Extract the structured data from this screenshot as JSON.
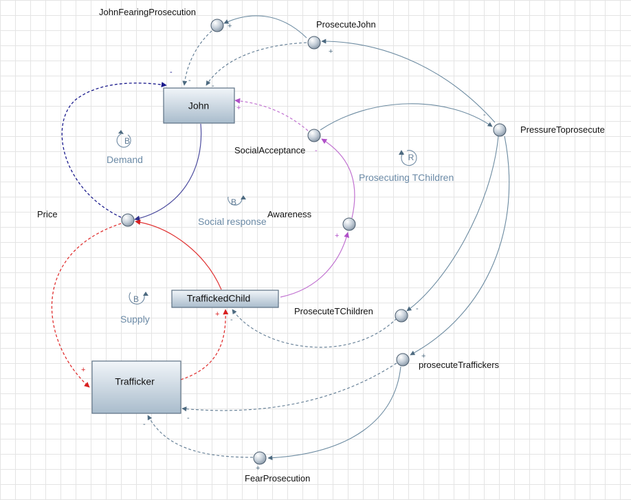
{
  "stocks": {
    "john": "John",
    "trafficked_child": "TraffickedChild",
    "trafficker": "Trafficker"
  },
  "variables": {
    "john_fearing_prosecution": "JohnFearingProsecution",
    "prosecute_john": "ProsecuteJohn",
    "pressure_to_prosecute": "PressureToprosecute",
    "social_acceptance": "SocialAcceptance",
    "awareness": "Awareness",
    "price": "Price",
    "prosecute_tchildren": "ProsecuteTChildren",
    "prosecute_traffickers": "prosecuteTraffickers",
    "fear_prosecution": "FearProsecution"
  },
  "loops": {
    "demand": {
      "letter": "B",
      "name": "Demand"
    },
    "social_response": {
      "letter": "B",
      "name": "Social response"
    },
    "prosecuting_tchildren": {
      "letter": "R",
      "name": "Prosecuting TChildren"
    },
    "supply": {
      "letter": "B",
      "name": "Supply"
    }
  },
  "colors": {
    "gray_link": "#6b8aa0",
    "navy_link": "#1a1a8c",
    "purple_link": "#4b4b9e",
    "red_link": "#e03030",
    "magenta_link": "#c070d0",
    "stock_fill_top": "#f1f5f9",
    "stock_fill_bottom": "#a9bccc"
  },
  "links": [
    {
      "from": "ProsecuteJohn",
      "to": "JohnFearingProsecution",
      "polarity": "+"
    },
    {
      "from": "JohnFearingProsecution",
      "to": "John",
      "polarity": "-"
    },
    {
      "from": "ProsecuteJohn",
      "to": "John",
      "polarity": "-"
    },
    {
      "from": "PressureToprosecute",
      "to": "ProsecuteJohn",
      "polarity": "+"
    },
    {
      "from": "SocialAcceptance",
      "to": "John",
      "polarity": "+"
    },
    {
      "from": "SocialAcceptance",
      "to": "PressureToprosecute",
      "polarity": "-"
    },
    {
      "from": "Awareness",
      "to": "SocialAcceptance",
      "polarity": "-"
    },
    {
      "from": "TraffickedChild",
      "to": "Awareness",
      "polarity": "+"
    },
    {
      "from": "Price",
      "to": "John",
      "polarity": "-"
    },
    {
      "from": "John",
      "to": "Price",
      "polarity": ""
    },
    {
      "from": "TraffickedChild",
      "to": "Price",
      "polarity": ""
    },
    {
      "from": "Price",
      "to": "Trafficker",
      "polarity": "+"
    },
    {
      "from": "Trafficker",
      "to": "TraffickedChild",
      "polarity": "+"
    },
    {
      "from": "PressureToprosecute",
      "to": "ProsecuteTChildren",
      "polarity": "-"
    },
    {
      "from": "ProsecuteTChildren",
      "to": "TraffickedChild",
      "polarity": "-"
    },
    {
      "from": "PressureToprosecute",
      "to": "prosecuteTraffickers",
      "polarity": "+"
    },
    {
      "from": "prosecuteTraffickers",
      "to": "Trafficker",
      "polarity": "-"
    },
    {
      "from": "prosecuteTraffickers",
      "to": "FearProsecution",
      "polarity": "+"
    },
    {
      "from": "FearProsecution",
      "to": "Trafficker",
      "polarity": "-"
    }
  ]
}
